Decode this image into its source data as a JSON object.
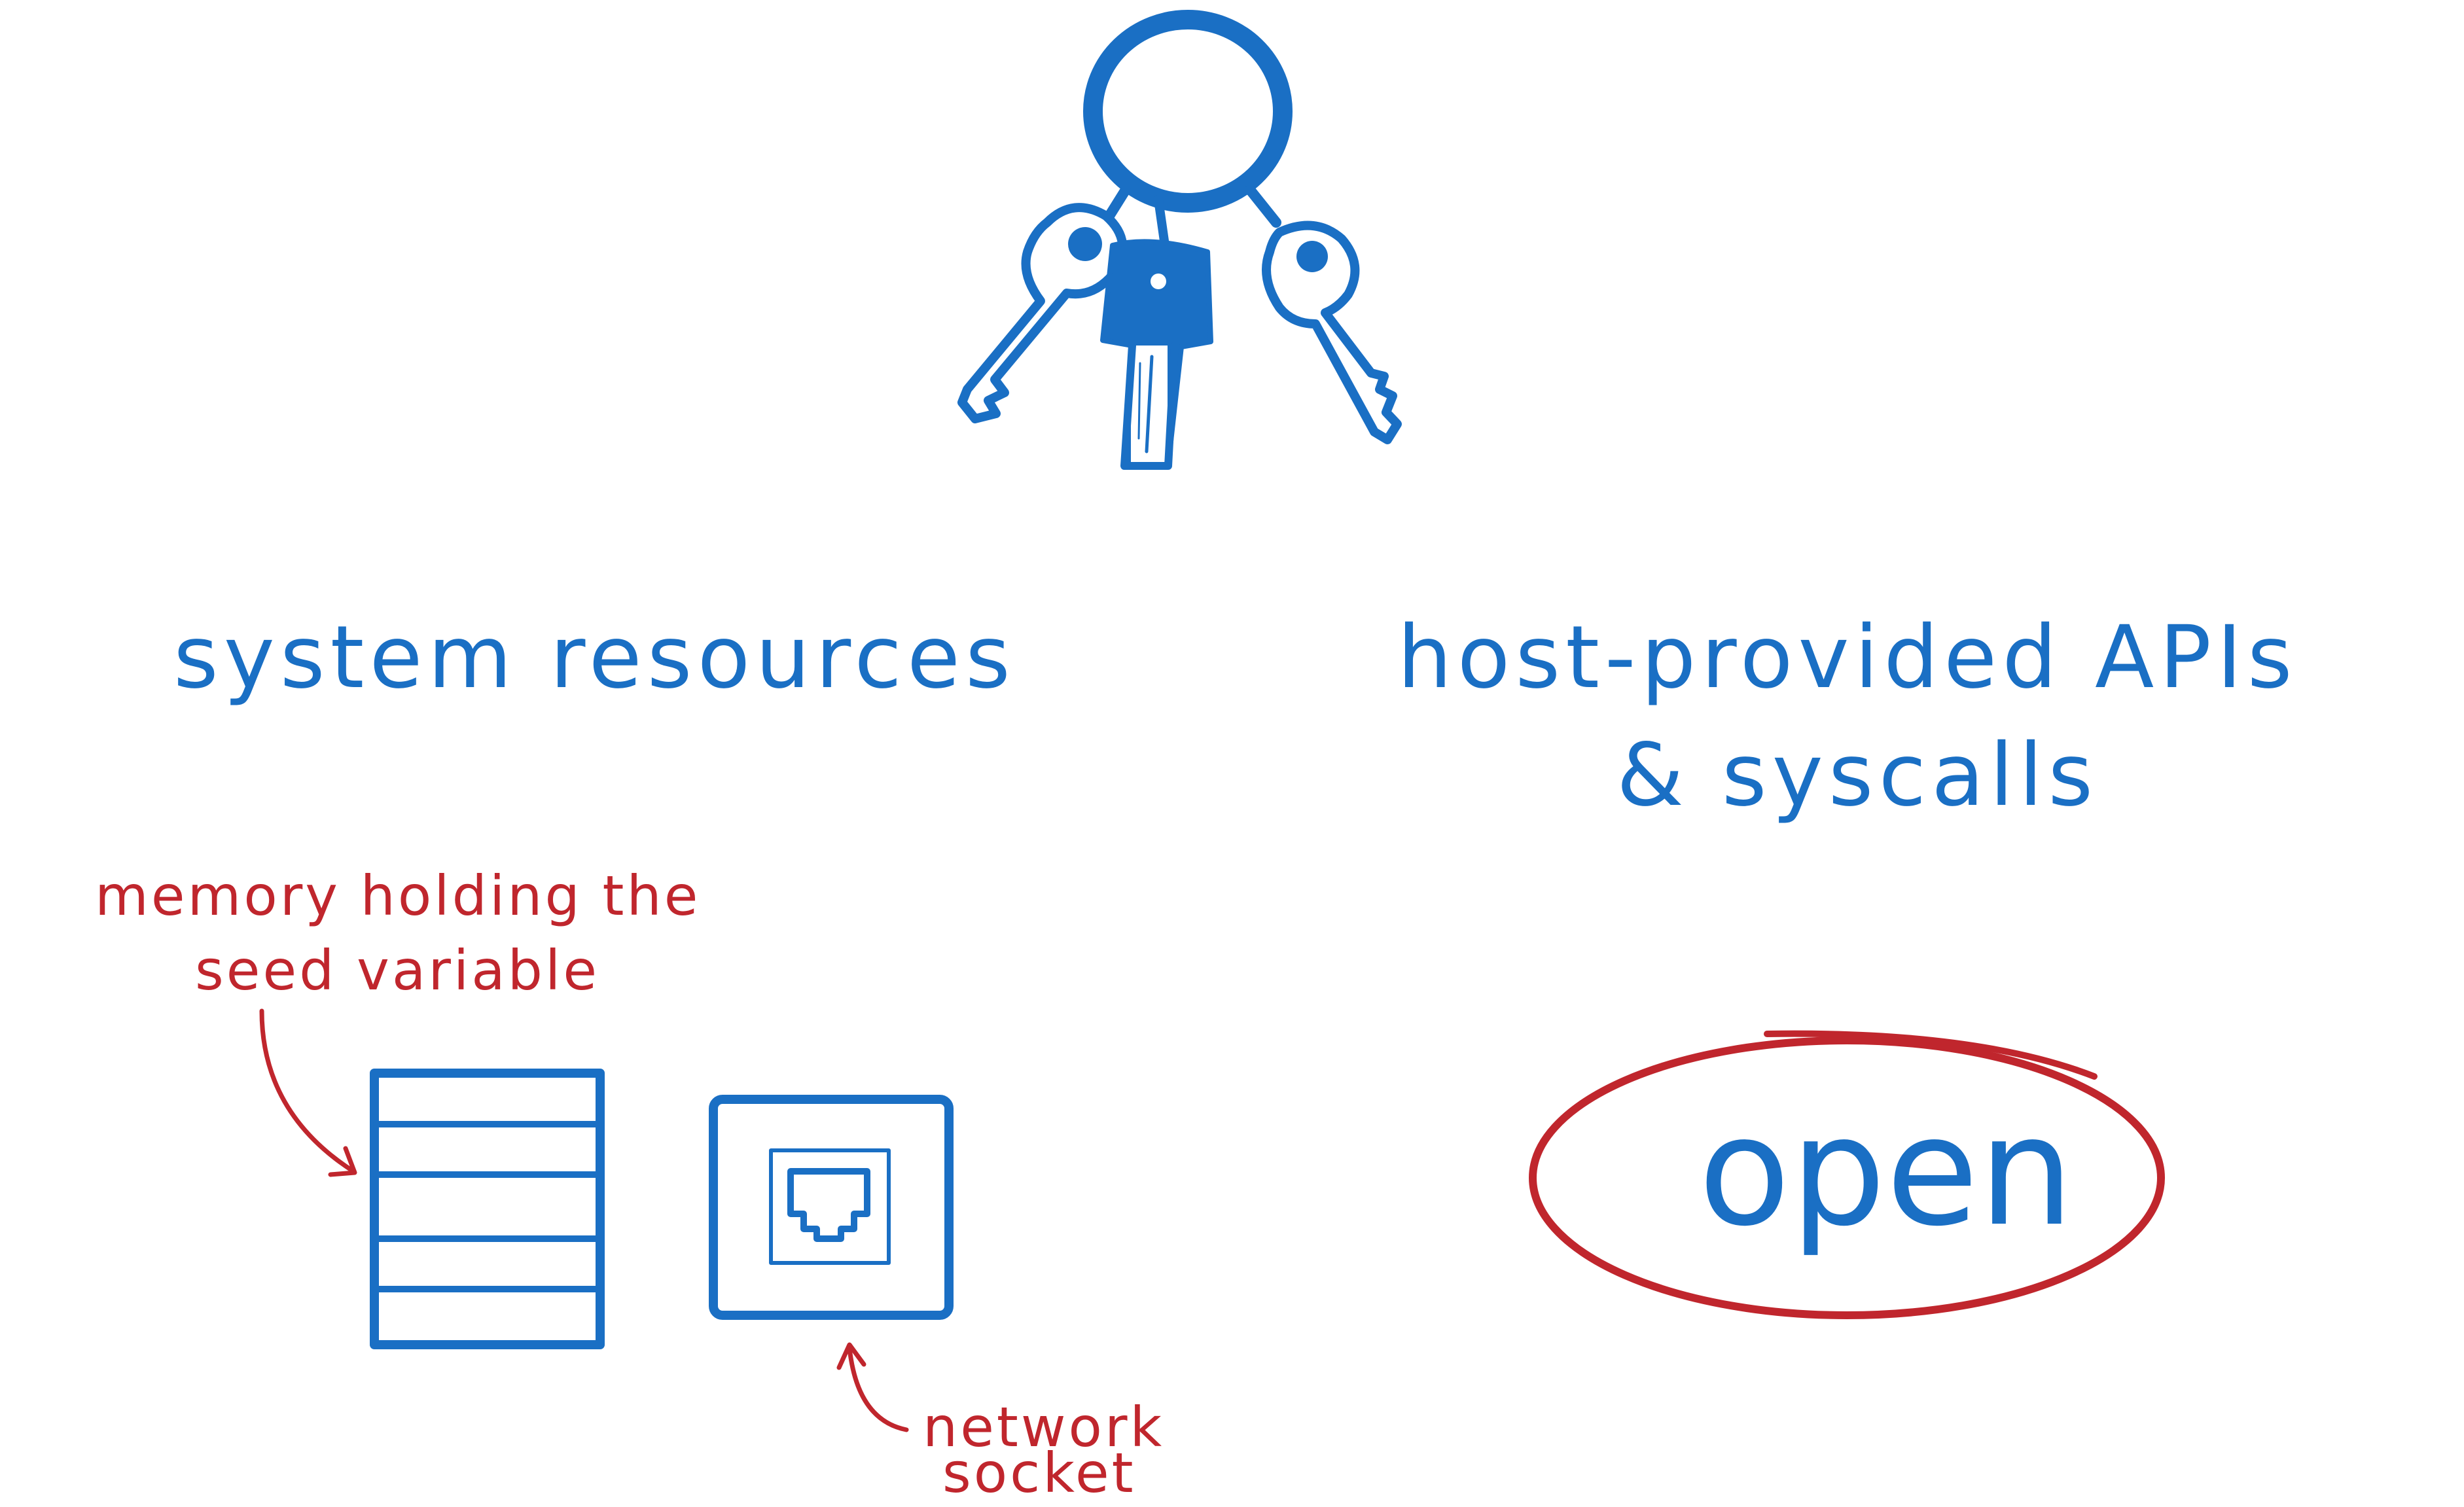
{
  "colors": {
    "primary": "#1a6fc4",
    "annotation": "#c0262d",
    "background": "#ffffff"
  },
  "icons": {
    "keyring": "keyring-icon",
    "memory": "memory-block-icon",
    "socket": "network-socket-icon"
  },
  "headings": {
    "left": "system resources",
    "right_line1": "host-provided APIs",
    "right_line2": "& syscalls"
  },
  "annotations": {
    "memory_line1": "memory holding the",
    "memory_line2": "seed variable",
    "socket_line1": "network",
    "socket_line2": "socket"
  },
  "api_call": {
    "label": "open"
  }
}
